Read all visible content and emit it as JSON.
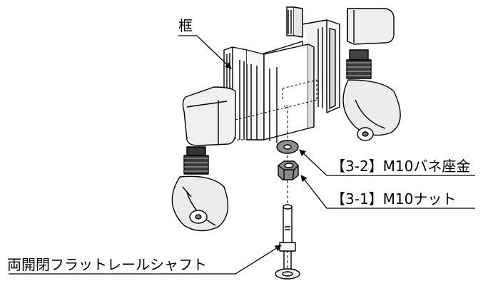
{
  "labels": {
    "frame": "框",
    "washer": "【3-2】M10バネ座金",
    "nut": "【3-1】M10ナット",
    "shaft": "両開閉フラットレールシャフト"
  },
  "colors": {
    "line": "#000000",
    "caster_fill": "#ececec",
    "shade_dark": "#222222",
    "shade_mid": "#9a9a9a",
    "background": "#ffffff"
  }
}
